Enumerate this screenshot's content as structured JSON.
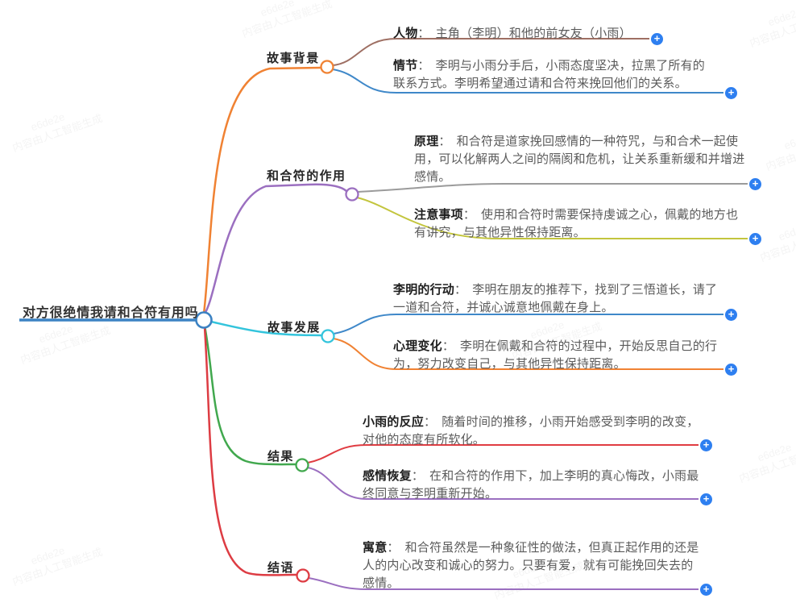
{
  "root": {
    "label": "对方很绝情我请和合符有用吗"
  },
  "ui": {
    "colon": "：",
    "plus_glyph": "+"
  },
  "watermark": {
    "line1": "e6de2e",
    "line2": "内容由人工智能生成"
  },
  "colors": {
    "root": "#3c82c3",
    "plus": "#2e7ff0",
    "branch_background": "#f08233",
    "branch_talisman": "#9b6fc0",
    "branch_development": "#33c4dc",
    "branch_result": "#41a84e",
    "branch_conclusion": "#dd3c43",
    "child_person": "#9e6f63",
    "child_plot": "#3f88c9",
    "child_principle": "#9b9b9b",
    "child_precautions": "#c3c53d",
    "child_action": "#3f88c9",
    "child_psych": "#f08233",
    "child_reaction": "#e03c42",
    "child_recovery": "#9b6fc0",
    "child_moral": "#9b6fc0"
  },
  "branches": [
    {
      "label": "故事背景",
      "children": [
        {
          "label": "人物",
          "desc": "主角（李明）和他的前女友（小雨）"
        },
        {
          "label": "情节",
          "desc": "李明与小雨分手后，小雨态度坚决，拉黑了所有的联系方式。李明希望通过请和合符来挽回他们的关系。"
        }
      ]
    },
    {
      "label": "和合符的作用",
      "children": [
        {
          "label": "原理",
          "desc": "和合符是道家挽回感情的一种符咒，与和合术一起使用，可以化解两人之间的隔阂和危机，让关系重新缓和并增进感情。"
        },
        {
          "label": "注意事项",
          "desc": "使用和合符时需要保持虔诚之心，佩戴的地方也有讲究，与其他异性保持距离。"
        }
      ]
    },
    {
      "label": "故事发展",
      "children": [
        {
          "label": "李明的行动",
          "desc": "李明在朋友的推荐下，找到了三悟道长，请了一道和合符，并诚心诚意地佩戴在身上。"
        },
        {
          "label": "心理变化",
          "desc": "李明在佩戴和合符的过程中，开始反思自己的行为，努力改变自己，与其他异性保持距离。"
        }
      ]
    },
    {
      "label": "结果",
      "children": [
        {
          "label": "小雨的反应",
          "desc": "随着时间的推移，小雨开始感受到李明的改变，对他的态度有所软化。"
        },
        {
          "label": "感情恢复",
          "desc": "在和合符的作用下，加上李明的真心悔改，小雨最终同意与李明重新开始。"
        }
      ]
    },
    {
      "label": "结语",
      "children": [
        {
          "label": "寓意",
          "desc": "和合符虽然是一种象征性的做法，但真正起作用的还是人的内心改变和诚心的努力。只要有爱，就有可能挽回失去的感情。"
        }
      ]
    }
  ]
}
